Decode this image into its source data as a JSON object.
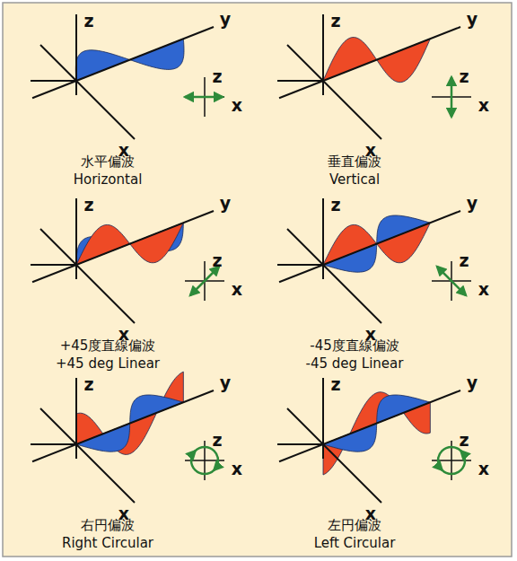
{
  "diagram": {
    "labels": [
      "z",
      "y",
      "x",
      "z",
      "x",
      "水平偏波",
      "Horizontal",
      "z",
      "y",
      "x",
      "z",
      "x",
      "垂直偏波",
      "Vertical",
      "z",
      "y",
      "x",
      "z",
      "x",
      "+45度直線偏波",
      "+45 deg Linear",
      "z",
      "y",
      "x",
      "z",
      "x",
      "-45度直線偏波",
      "-45 deg Linear",
      "z",
      "y",
      "x",
      "z",
      "x",
      "右円偏波",
      "Right Circular",
      "z",
      "y",
      "x",
      "z",
      "x",
      "左円偏波",
      "Left Circular"
    ]
  }
}
